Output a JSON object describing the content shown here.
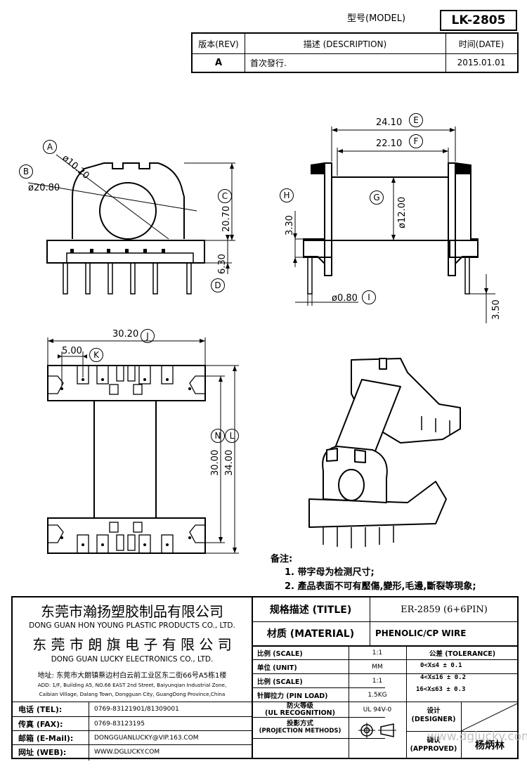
{
  "header": {
    "model_label": "型号(MODEL)",
    "model_value": "LK-2805",
    "rev_label": "版本(REV)",
    "desc_label": "描述 (DESCRIPTION)",
    "date_label": "时间(DATE)",
    "rev_value": "A",
    "desc_value": "首次發行.",
    "date_value": "2015.01.01"
  },
  "dimensions": {
    "A": "ø10.20",
    "B": "ø20.80",
    "C": "20.70",
    "D": "6.30",
    "E": "24.10",
    "F": "22.10",
    "G": "ø12.00",
    "H": "3.30",
    "I": "ø0.80",
    "extra_350": "3.50",
    "J": "30.20",
    "K": "5.00",
    "N": "30.00",
    "L": "34.00"
  },
  "dim_letters": {
    "A": "A",
    "B": "B",
    "C": "C",
    "D": "D",
    "E": "E",
    "F": "F",
    "G": "G",
    "H": "H",
    "I": "I",
    "J": "J",
    "K": "K",
    "N": "N",
    "L": "L"
  },
  "notes": {
    "title": "备注:",
    "line1": "1. 带字母为检测尺寸;",
    "line2": "2. 產品表面不可有壓傷,變形,毛邊,斷裂等現象;"
  },
  "company": {
    "name1_cn": "东莞市瀚扬塑胶制品有限公司",
    "name1_en": "DONG GUAN HON YOUNG PLASTIC PRODUCTS CO., LTD.",
    "name2_cn": "东 莞 市 朗 旗 电 子 有 限 公 司",
    "name2_en": "DONG GUAN LUCKY ELECTRONICS CO., LTD.",
    "address_cn": "地址: 东莞市大朗镇蔡边村白云前工业区东二街66号A5栋1楼",
    "address_en1": "ADD: 1/F, Building A5, NO.66 EAST 2nd Street, Baiyunqian Industrial Zone,",
    "address_en2": "Caibian Village, Dalang Town, Dongguan City, GuangDong Province,China"
  },
  "contacts": [
    {
      "label": "电话 (TEL):",
      "value": "0769-83121901/81309001"
    },
    {
      "label": "传真 (FAX):",
      "value": "0769-83123195"
    },
    {
      "label": "邮箱 (E-Mail):",
      "value": "DONGGUANLUCKY@VIP.163.COM"
    },
    {
      "label": "网址 (WEB):",
      "value": "WWW.DGLUCKY.COM"
    }
  ],
  "spec": {
    "title_label": "规格描述 (TITLE)",
    "title_value": "ER-2859 (6+6PIN)",
    "material_label": "材质 (MATERIAL)",
    "material_value": "PHENOLIC/CP WIRE",
    "scale_label": "比例 (SCALE)",
    "scale_value": "1:1",
    "unit_label": "单位 (UNIT)",
    "unit_value": "MM",
    "scale2_label": "比例 (SCALE)",
    "scale2_value": "1:1",
    "pinload_label": "针脚拉力 (PIN LOAD)",
    "pinload_value": "1.5KG",
    "fire_label1": "防火等级",
    "fire_label2": "(UL RECOGNITION)",
    "fire_value": "UL 94V-0",
    "proj_label1": "投影方式",
    "proj_label2": "(PROJECTION METHODS)",
    "tolerance_label": "公差 (TOLERANCE)",
    "tol1": "0<X≤4     ± 0.1",
    "tol2": "4<X≤16    ± 0.2",
    "tol3": "16<X≤63   ± 0.3",
    "designer_label1": "设计",
    "designer_label2": "(DESIGNER)",
    "approved_label1": "确认",
    "approved_label2": "(APPROVED)",
    "approver_name": "杨炳林"
  },
  "watermark": "www.dglucky.com"
}
